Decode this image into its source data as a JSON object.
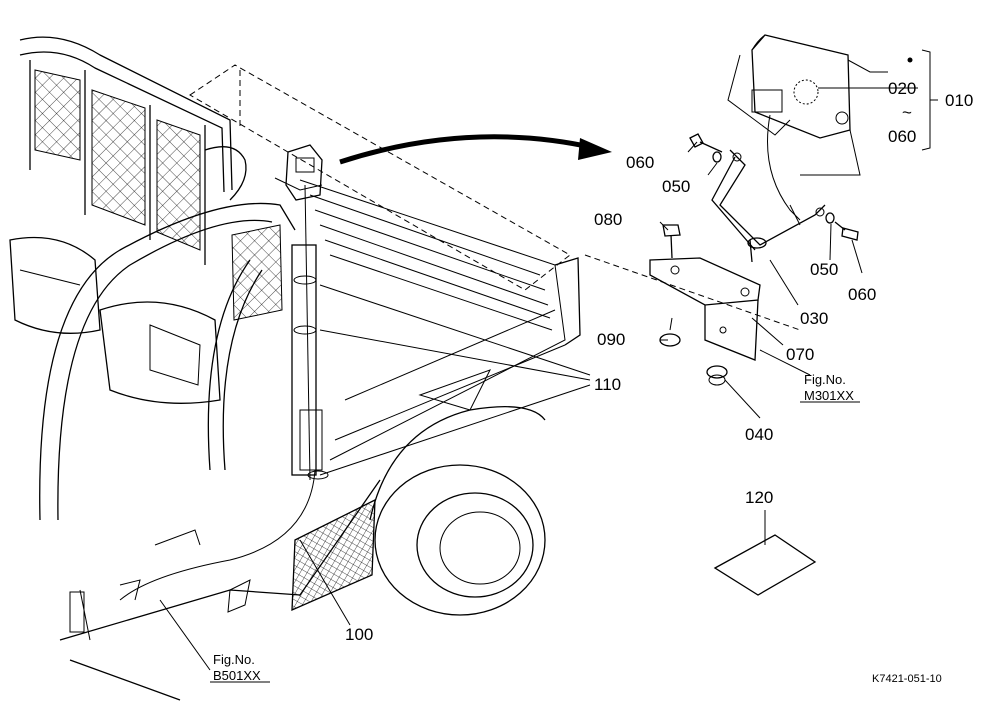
{
  "callouts": {
    "c010": "010",
    "c020": "020",
    "tilde": "~",
    "c060_range": "060",
    "c060a": "060",
    "c050a": "050",
    "c080": "080",
    "c050b": "050",
    "c060b": "060",
    "c030": "030",
    "c090": "090",
    "c070": "070",
    "c110": "110",
    "c040": "040",
    "c120": "120",
    "c100": "100"
  },
  "fig_refs": {
    "m301_prefix": "Fig.No.",
    "m301_code": "M301XX",
    "b501_prefix": "Fig.No.",
    "b501_code": "B501XX"
  },
  "drawing_code": "K7421-051-10"
}
